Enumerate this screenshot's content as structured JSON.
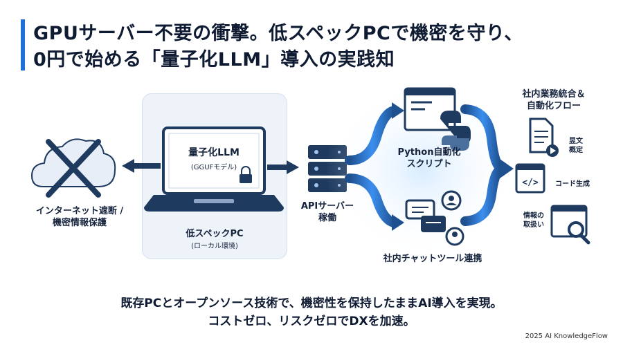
{
  "title": {
    "line1": "GPUサーバー不要の衝撃。低スペックPCで機密を守り、",
    "line2": "0円で始める「量子化LLM」導入の実践知"
  },
  "diagram": {
    "offline_label_1": "インターネット遮断 /",
    "offline_label_2": "機密情報保護",
    "laptop_title": "量子化LLM",
    "laptop_subtitle": "(GGUFモデル)",
    "pc_label": "低スペックPC",
    "pc_sublabel": "(ローカル環境)",
    "api_label_1": "APIサーバー",
    "api_label_2": "稼働",
    "python_label_1": "Python自動化",
    "python_label_2": "スクリプト",
    "chat_label": "社内チャットツール連携",
    "integration_title_1": "社内業務統合＆",
    "integration_title_2": "自動化フロー",
    "doc_label_1": "昱文",
    "doc_label_2": "概定",
    "code_label": "コード生成",
    "info_label_1": "情報の",
    "info_label_2": "取扱い"
  },
  "caption": {
    "line1": "既存PCとオープンソース技術で、機密性を保持したままAI導入を実現。",
    "line2": "コストゼロ、リスクゼロでDXを加速。"
  },
  "footer": "2025 AI KnowledgeFlow",
  "colors": {
    "accent": "#1f6fd6",
    "dark": "#1e3a5f",
    "light_panel": "#eef3fa"
  }
}
